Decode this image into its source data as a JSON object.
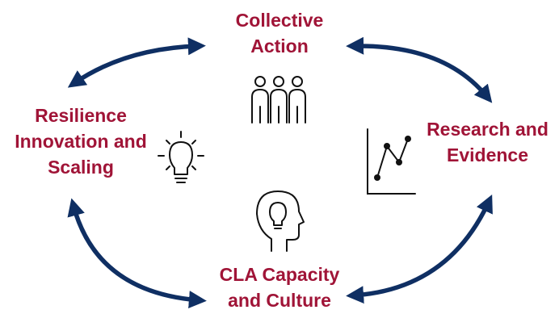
{
  "colors": {
    "label_text": "#a01437",
    "arrow": "#0f2f63",
    "icon": "#111111"
  },
  "nodes": {
    "collective_action": {
      "line1": "Collective",
      "line2": "Action",
      "icon": "people-group-icon"
    },
    "research_evidence": {
      "line1": "Research and",
      "line2": "Evidence",
      "icon": "line-chart-icon"
    },
    "cla_capacity": {
      "line1": "CLA Capacity",
      "line2": "and Culture",
      "icon": "head-lightbulb-icon"
    },
    "resilience": {
      "line1": "Resilience",
      "line2": "Innovation and",
      "line3": "Scaling",
      "icon": "lightbulb-icon"
    }
  },
  "arrows": [
    {
      "from": "resilience",
      "to": "collective_action",
      "type": "bidirectional"
    },
    {
      "from": "collective_action",
      "to": "research_evidence",
      "type": "bidirectional"
    },
    {
      "from": "research_evidence",
      "to": "cla_capacity",
      "type": "bidirectional"
    },
    {
      "from": "cla_capacity",
      "to": "resilience",
      "type": "bidirectional"
    }
  ]
}
